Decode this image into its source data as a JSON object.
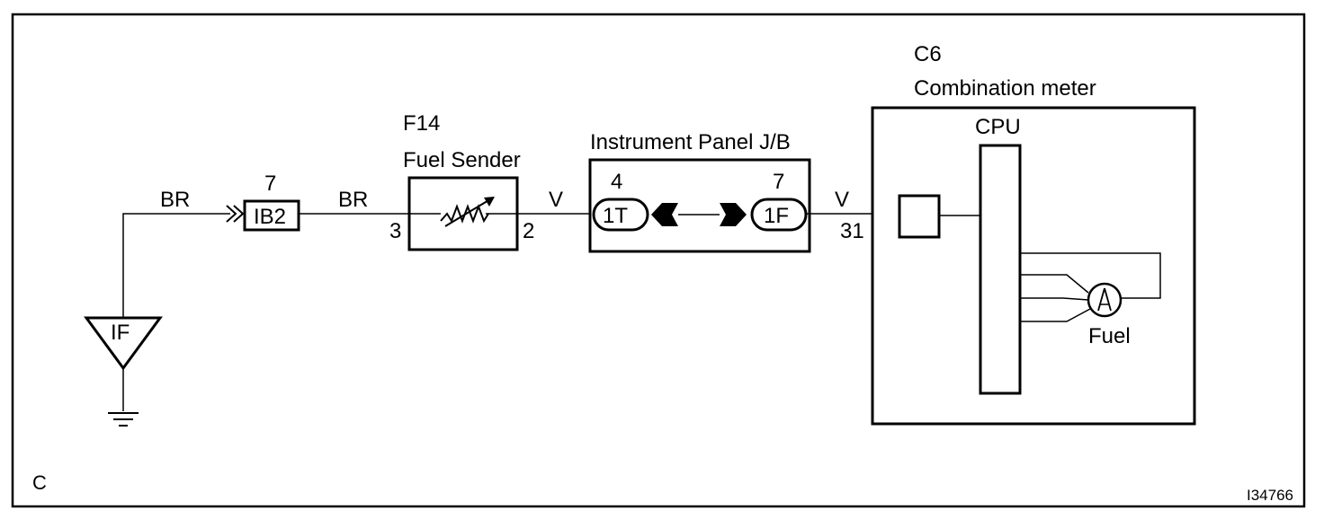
{
  "corner_label": "C",
  "figure_id": "I34766",
  "ground_point": {
    "label": "IF"
  },
  "wires": {
    "ground_to_ib2": "BR",
    "ib2_to_sender": "BR",
    "sender_to_jb": "V",
    "jb_to_meter": "V"
  },
  "ib2_connector": {
    "label": "IB2",
    "pin": "7"
  },
  "fuel_sender": {
    "code": "F14",
    "name": "Fuel Sender",
    "pin_in": "3",
    "pin_out": "2"
  },
  "junction_block": {
    "name": "Instrument Panel J/B",
    "left_connector": "1T",
    "left_pin": "4",
    "right_connector": "1F",
    "right_pin": "7"
  },
  "combination_meter": {
    "code": "C6",
    "name": "Combination meter",
    "pin": "31",
    "cpu_label": "CPU",
    "gauge_label": "Fuel"
  }
}
